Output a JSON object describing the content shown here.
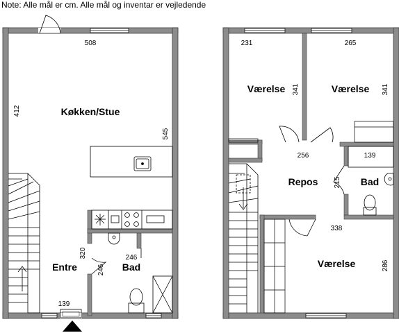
{
  "note": "Note: Alle mål er cm. Alle mål og inventar er vejledende",
  "ground_floor": {
    "rooms": {
      "kitchen_living": "Køkken/Stue",
      "entre": "Entre",
      "bad": "Bad"
    },
    "dimensions": {
      "top_width": "508",
      "left_height": "412",
      "right_height": "545",
      "entre_height": "320",
      "entre_door": "246",
      "bad_width": "246",
      "door_width": "139"
    }
  },
  "first_floor": {
    "rooms": {
      "bedroom_left": "Værelse",
      "bedroom_right": "Værelse",
      "repos": "Repos",
      "bad": "Bad",
      "bedroom_bottom": "Værelse"
    },
    "dimensions": {
      "bedroom_left_width": "231",
      "bedroom_left_height": "341",
      "bedroom_right_width": "265",
      "bedroom_right_height": "341",
      "repos_width": "256",
      "repos_height": "215",
      "bad_width": "139",
      "bedroom_bottom_width": "338",
      "bedroom_bottom_height": "286"
    }
  },
  "colors": {
    "wall": "#8c8c8c",
    "wall_outline": "#3c3c3c",
    "line": "#000000",
    "background": "#ffffff"
  }
}
